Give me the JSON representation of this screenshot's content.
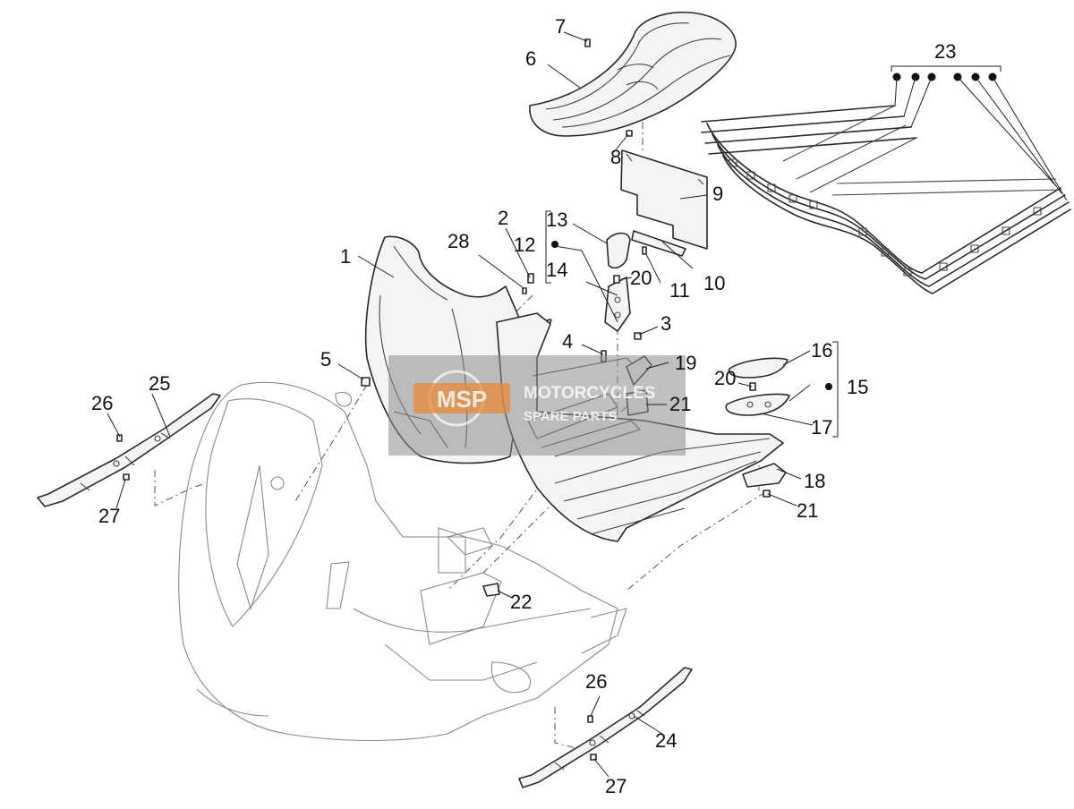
{
  "diagram": {
    "labels": [
      {
        "id": "1",
        "text": "1"
      },
      {
        "id": "2",
        "text": "2"
      },
      {
        "id": "3",
        "text": "3"
      },
      {
        "id": "4",
        "text": "4"
      },
      {
        "id": "5",
        "text": "5"
      },
      {
        "id": "6",
        "text": "6"
      },
      {
        "id": "7",
        "text": "7"
      },
      {
        "id": "8",
        "text": "8"
      },
      {
        "id": "9",
        "text": "9"
      },
      {
        "id": "10",
        "text": "10"
      },
      {
        "id": "11",
        "text": "11"
      },
      {
        "id": "12",
        "text": "12"
      },
      {
        "id": "13",
        "text": "13"
      },
      {
        "id": "14",
        "text": "14"
      },
      {
        "id": "15",
        "text": "15"
      },
      {
        "id": "16",
        "text": "16"
      },
      {
        "id": "17",
        "text": "17"
      },
      {
        "id": "18",
        "text": "18"
      },
      {
        "id": "19",
        "text": "19"
      },
      {
        "id": "20a",
        "text": "20"
      },
      {
        "id": "20b",
        "text": "20"
      },
      {
        "id": "21a",
        "text": "21"
      },
      {
        "id": "21b",
        "text": "21"
      },
      {
        "id": "22",
        "text": "22"
      },
      {
        "id": "23",
        "text": "23"
      },
      {
        "id": "24",
        "text": "24"
      },
      {
        "id": "25",
        "text": "25"
      },
      {
        "id": "26a",
        "text": "26"
      },
      {
        "id": "26b",
        "text": "26"
      },
      {
        "id": "27a",
        "text": "27"
      },
      {
        "id": "27b",
        "text": "27"
      },
      {
        "id": "28",
        "text": "28"
      }
    ]
  },
  "watermark": {
    "logo_text": "MSP",
    "line1": "MOTORCYCLES",
    "line2": "SPARE PARTS"
  }
}
